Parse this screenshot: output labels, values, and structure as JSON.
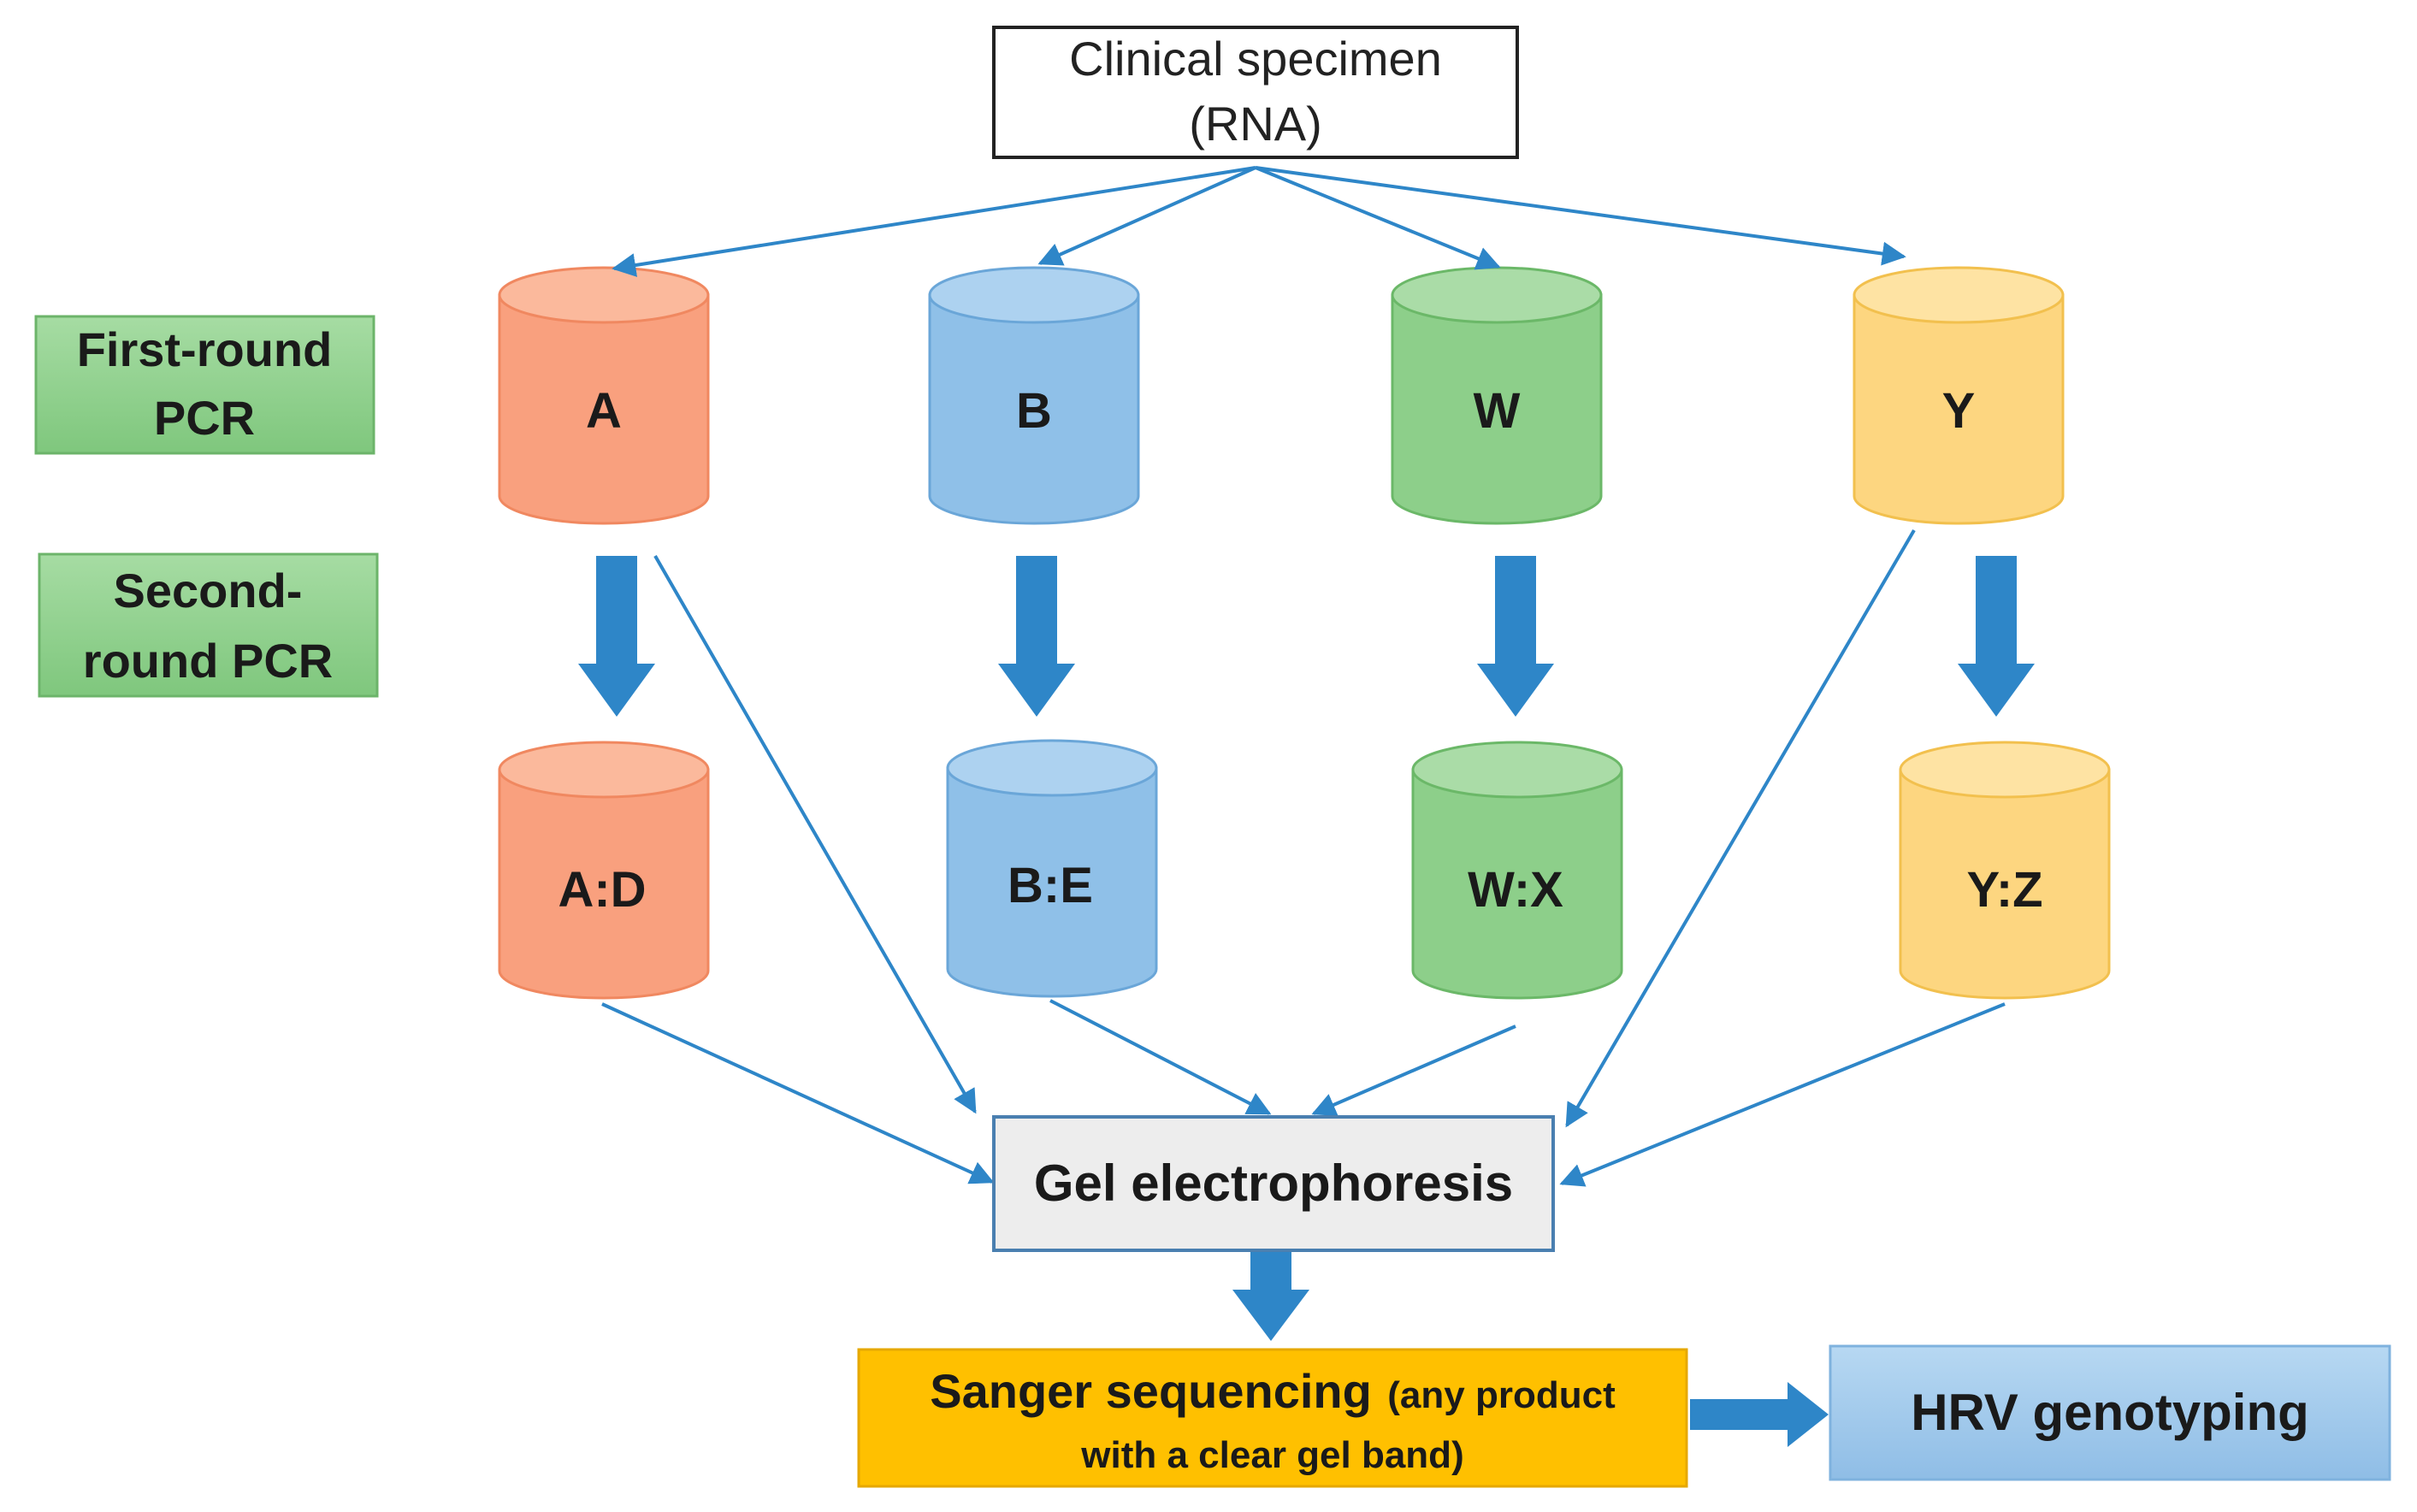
{
  "specimen": {
    "line1": "Clinical specimen",
    "line2": "(RNA)"
  },
  "stages": {
    "first_line1": "First-round",
    "first_line2": "PCR",
    "second_line1": "Second-",
    "second_line2": "round PCR"
  },
  "first_round": [
    {
      "label": "A",
      "color": "#f9a07e"
    },
    {
      "label": "B",
      "color": "#8fc0e8"
    },
    {
      "label": "W",
      "color": "#8dcf8a"
    },
    {
      "label": "Y",
      "color": "#fdd680"
    }
  ],
  "second_round": [
    {
      "label": "A:D",
      "color": "#f9a07e"
    },
    {
      "label": "B:E",
      "color": "#8fc0e8"
    },
    {
      "label": "W:X",
      "color": "#8dcf8a"
    },
    {
      "label": "Y:Z",
      "color": "#fdd680"
    }
  ],
  "gel": {
    "label": "Gel electrophoresis"
  },
  "sanger": {
    "label_bold": "Sanger sequencing",
    "note_line1": "(any product",
    "note_line2": "with a clear gel band)"
  },
  "genotyping": {
    "label": "HRV genotyping"
  },
  "colors": {
    "arrow": "#2e86c8",
    "stage_box": "#8fd08f",
    "sanger_box": "#ffc000",
    "genotyping_box": "#9fc8ea",
    "gel_box": "#ededed"
  }
}
